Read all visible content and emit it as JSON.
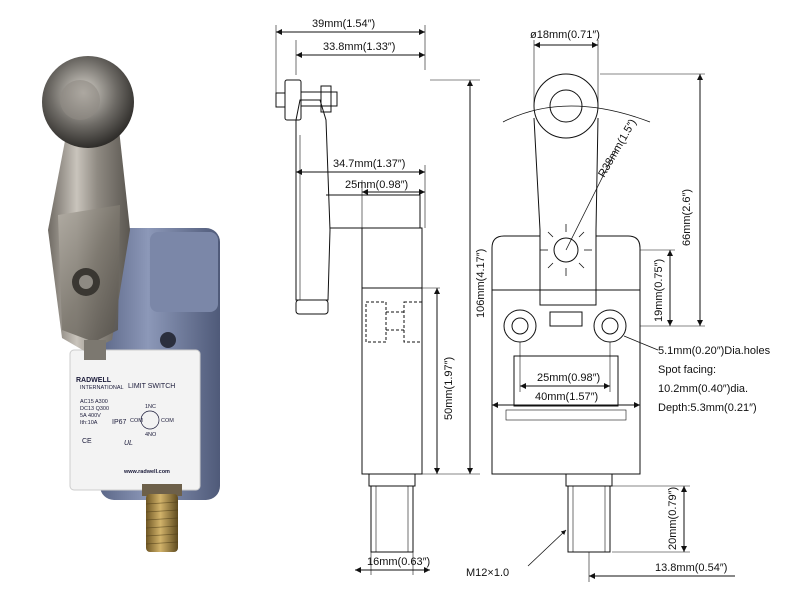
{
  "photo": {
    "brand": "RADWELL",
    "brand_sub": "INTERNATIONAL",
    "product": "LIMIT SWITCH",
    "ratings": [
      "AC15 A300",
      "DC13 Q300",
      "5A 400V",
      "Ith:10A"
    ],
    "ip_rating": "IP67",
    "nc": "1NC",
    "no": "4NO",
    "com": "COM",
    "com2": "COM",
    "ce": "CE",
    "ul": "UL",
    "website": "www.radwell.com"
  },
  "side_view": {
    "dim_width_total": "39mm(1.54″)",
    "dim_lever_reach": "33.8mm(1.33″)",
    "dim_lever_arm": "34.7mm(1.37″)",
    "dim_body_depth": "25mm(0.98″)",
    "dim_body_height": "50mm(1.97″)",
    "dim_total_height": "106mm(4.17″)",
    "dim_conduit_width": "16mm(0.63″)"
  },
  "front_view": {
    "dim_roller_dia": "ø18mm(0.71″)",
    "dim_radius": "R38mm(1.5″)",
    "dim_lever_height": "66mm(2.6″)",
    "dim_hole_height": "19mm(0.75″)",
    "dim_hole_spacing": "25mm(0.98″)",
    "dim_body_width": "40mm(1.57″)",
    "dim_conduit_height": "20mm(0.79″)",
    "dim_conduit_offset": "13.8mm(0.54″)",
    "thread": "M12×1.0",
    "hole_notes": [
      "5.1mm(0.20″)Dia.holes",
      "Spot facing:",
      "10.2mm(0.40″)dia.",
      "Depth:5.3mm(0.21″)"
    ]
  }
}
